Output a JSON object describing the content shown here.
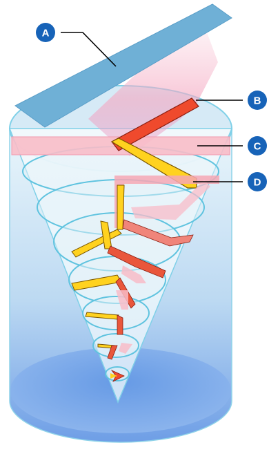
{
  "labels": {
    "a": "A",
    "b": "B",
    "c": "C",
    "d": "D"
  },
  "colors": {
    "callout_circle": "#1763b8",
    "callout_line": "#000000",
    "slab": "#6fb0d6",
    "chevron_red": "#ef4a2d",
    "chevron_yellow": "#ffd21f",
    "wing_pink": "#f6b9c5",
    "cylinder_edge": "#7fd0e8",
    "cylinder_fill": "#cfe7f4",
    "cone_fill": "#e7f4fa"
  }
}
